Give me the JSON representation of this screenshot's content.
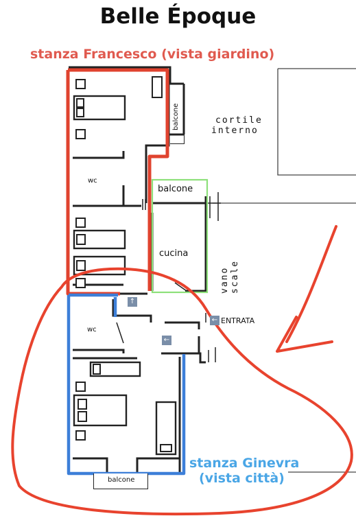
{
  "title": "Belle Époque",
  "rooms": {
    "francesco_label": "stanza Francesco (vista giardino)",
    "ginevra_line1": "stanza Ginevra",
    "ginevra_line2": "(vista città)"
  },
  "labels": {
    "balcone_top": "balcone",
    "balcone_kitchen": "balcone",
    "balcone_bottom": "balcone",
    "cortile_1": "cortile",
    "cortile_2": "interno",
    "wc_top": "wc",
    "wc_bottom": "wc",
    "cucina": "cucina",
    "vano_1": "vano",
    "vano_2": "scale",
    "entrata": "ENTRATA"
  },
  "icons": {
    "arrow_up": "↑",
    "arrow_left": "←",
    "arrow_left_entrance": "←"
  },
  "colors": {
    "red_outline": "#e0432f",
    "blue_outline": "#3d7fd8",
    "kitchen_outline": "#8de07a",
    "hand_arrow": "#e8432e"
  }
}
